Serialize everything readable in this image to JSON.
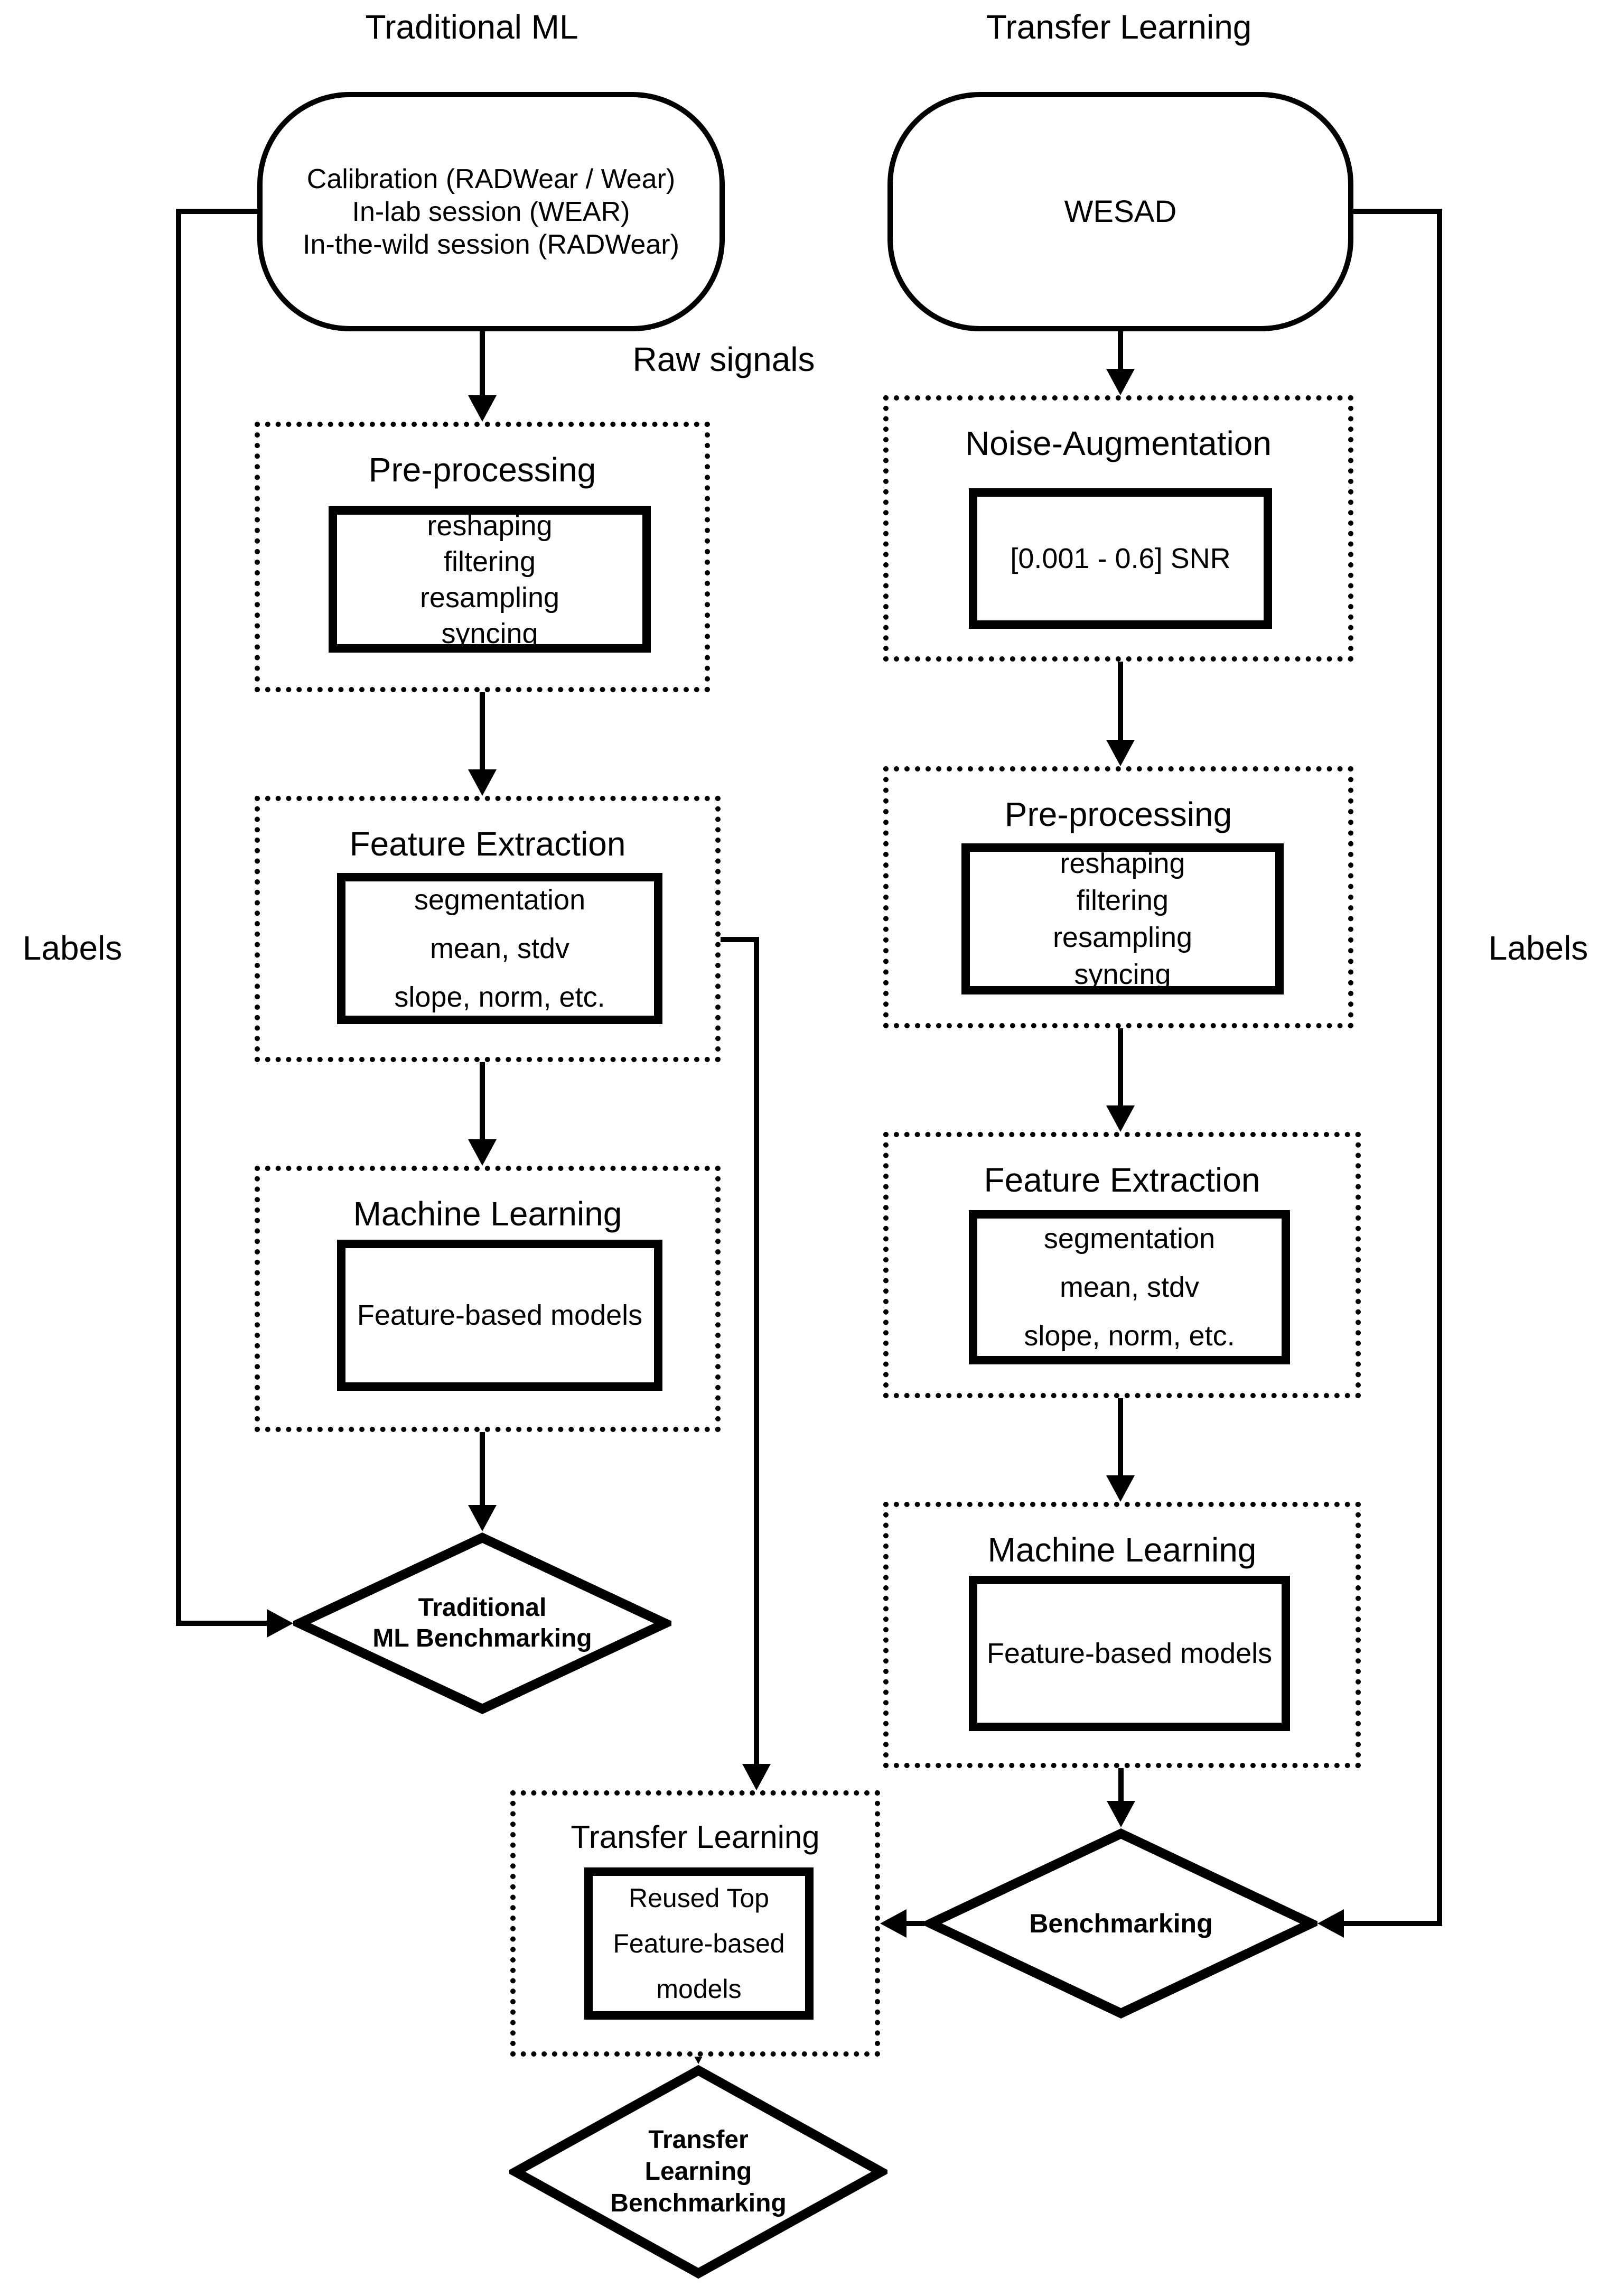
{
  "page": {
    "background": "#ffffff",
    "ink": "#000000"
  },
  "titles": {
    "left": "Traditional ML",
    "right": "Transfer Learning"
  },
  "labels": {
    "raw_signals": "Raw signals",
    "labels_left": "Labels",
    "labels_right": "Labels"
  },
  "nodes": {
    "source_left": {
      "text": "Calibration (RADWear / Wear)\nIn-lab session (WEAR)\nIn-the-wild session (RADWear)"
    },
    "source_right": {
      "text": "WESAD"
    },
    "left_preprocessing": {
      "title": "Pre-processing",
      "details": "reshaping\nfiltering\nresampling\nsyncing"
    },
    "left_feature_extraction": {
      "title": "Feature Extraction",
      "details": "segmentation\nmean, stdv\nslope, norm, etc."
    },
    "left_machine_learning": {
      "title": "Machine Learning",
      "details": "Feature-based models"
    },
    "traditional_ml_benchmarking": {
      "title": "Traditional\nML Benchmarking"
    },
    "noise_augmentation": {
      "title": "Noise-Augmentation",
      "details": "[0.001 - 0.6] SNR"
    },
    "right_preprocessing": {
      "title": "Pre-processing",
      "details": "reshaping\nfiltering\nresampling\nsyncing"
    },
    "right_feature_extraction": {
      "title": "Feature Extraction",
      "details": "segmentation\nmean, stdv\nslope, norm, etc."
    },
    "right_machine_learning": {
      "title": "Machine Learning",
      "details": "Feature-based models"
    },
    "benchmarking": {
      "title": "Benchmarking"
    },
    "transfer_learning": {
      "title": "Transfer Learning",
      "details": "Reused Top\nFeature-based\nmodels"
    },
    "transfer_learning_benchmarking": {
      "title": "Transfer\nLearning\nBenchmarking"
    }
  }
}
